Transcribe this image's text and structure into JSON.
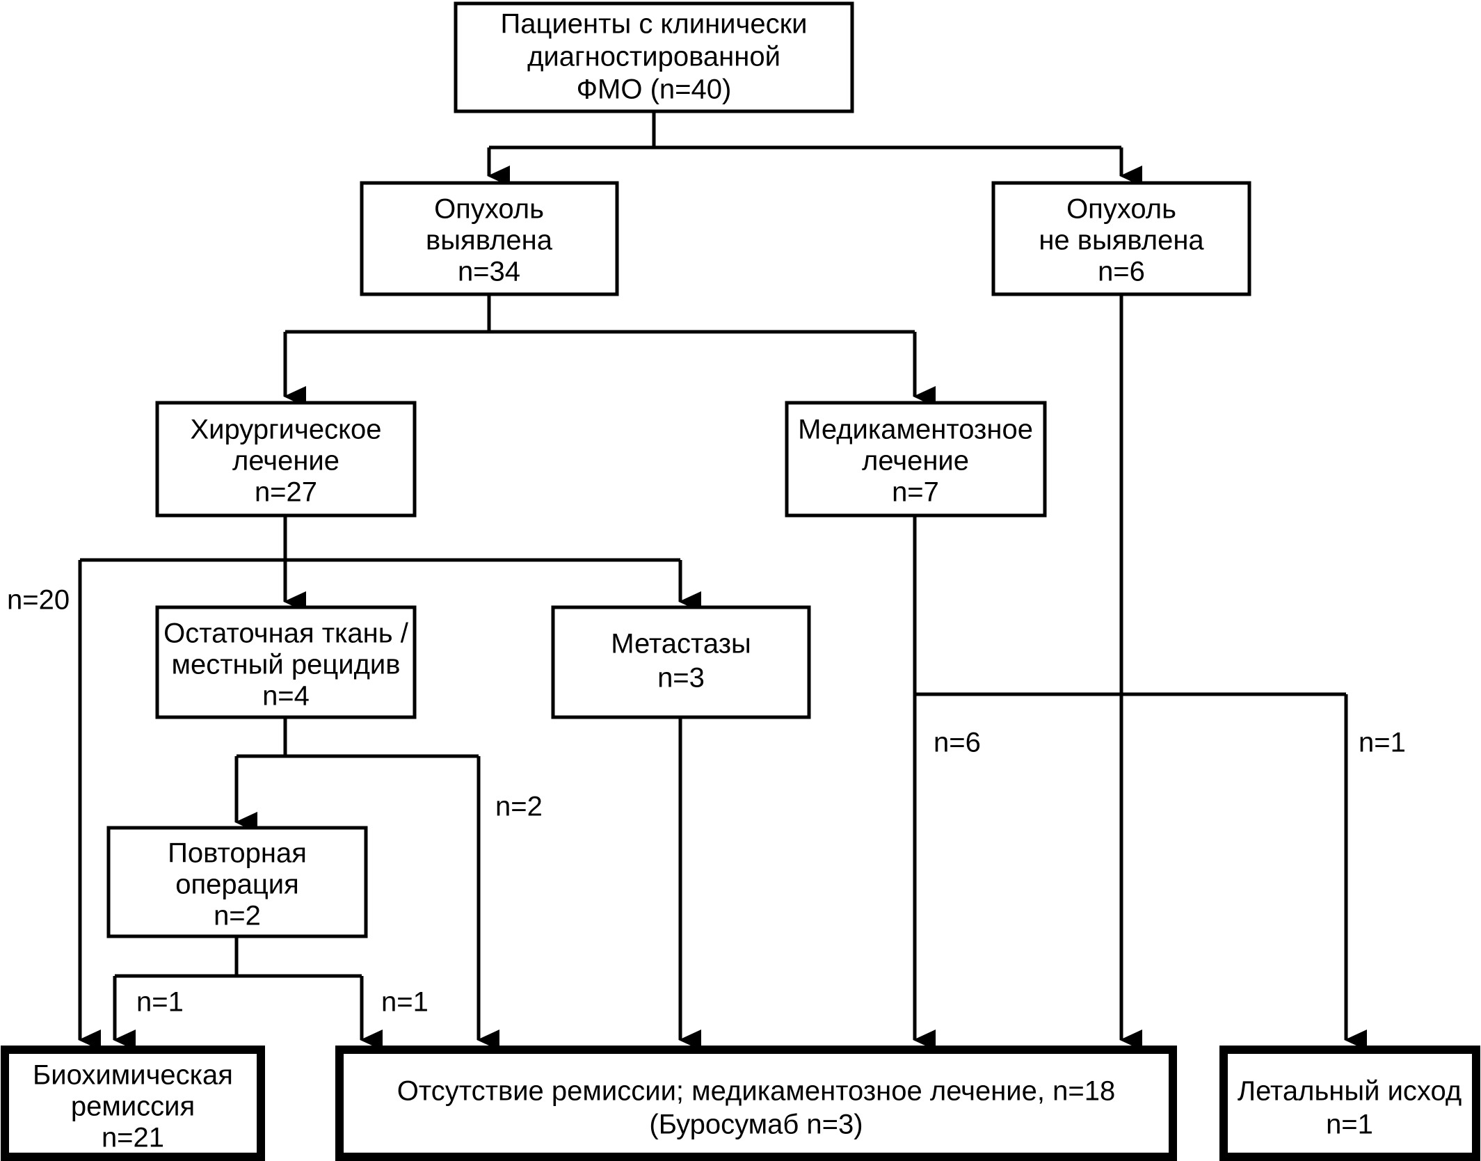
{
  "diagram": {
    "type": "flowchart",
    "title": "Flowchart of patients with clinically diagnosed FMO",
    "orientation": "top-down",
    "nodes": [
      {
        "id": "root",
        "name": "patients-total",
        "lines": [
          "Пациенты с клинически",
          "диагностированной",
          "ФМО (n=40)"
        ],
        "count": 40,
        "emphasis": false
      },
      {
        "id": "tumor-found",
        "name": "tumor-detected",
        "lines": [
          "Опухоль",
          "выявлена",
          "n=34"
        ],
        "count": 34,
        "emphasis": false
      },
      {
        "id": "tumor-not-found",
        "name": "tumor-not-detected",
        "lines": [
          "Опухоль",
          "не выявлена",
          "n=6"
        ],
        "count": 6,
        "emphasis": false
      },
      {
        "id": "surgery",
        "name": "surgical-treatment",
        "lines": [
          "Хирургическое",
          "лечение",
          "n=27"
        ],
        "count": 27,
        "emphasis": false
      },
      {
        "id": "medication",
        "name": "medication-treatment",
        "lines": [
          "Медикаментозное",
          "лечение",
          "n=7"
        ],
        "count": 7,
        "emphasis": false
      },
      {
        "id": "residual",
        "name": "residual-tissue-local-recurrence",
        "lines": [
          "Остаточная ткань /",
          "местный рецидив",
          "n=4"
        ],
        "count": 4,
        "emphasis": false
      },
      {
        "id": "metastases",
        "name": "metastases",
        "lines": [
          "Метастазы",
          "n=3"
        ],
        "count": 3,
        "emphasis": false
      },
      {
        "id": "reoperation",
        "name": "repeat-surgery",
        "lines": [
          "Повторная",
          "операция",
          "n=2"
        ],
        "count": 2,
        "emphasis": false
      },
      {
        "id": "remission",
        "name": "biochemical-remission",
        "lines": [
          "Биохимическая",
          "ремиссия",
          "n=21"
        ],
        "count": 21,
        "emphasis": true
      },
      {
        "id": "no-remission",
        "name": "no-remission-medication",
        "lines": [
          "Отсутствие ремиссии; медикаментозное лечение, n=18",
          "(Буросумаб n=3)"
        ],
        "count": 18,
        "emphasis": true
      },
      {
        "id": "death",
        "name": "lethal-outcome",
        "lines": [
          "Летальный исход",
          "n=1"
        ],
        "count": 1,
        "emphasis": true
      }
    ],
    "edge_labels": [
      {
        "id": "e-surgery-remission",
        "name": "edge-label-surgery-to-remission",
        "text": "n=20",
        "value": 20
      },
      {
        "id": "e-residual-noremission",
        "name": "edge-label-residual-to-no-remission",
        "text": "n=2",
        "value": 2
      },
      {
        "id": "e-reop-remission",
        "name": "edge-label-reoperation-to-remission",
        "text": "n=1",
        "value": 1
      },
      {
        "id": "e-reop-noremission",
        "name": "edge-label-reoperation-to-no-remission",
        "text": "n=1",
        "value": 1
      },
      {
        "id": "e-medication-noremission",
        "name": "edge-label-medication-to-no-remission",
        "text": "n=6",
        "value": 6
      },
      {
        "id": "e-medication-death",
        "name": "edge-label-medication-to-death",
        "text": "n=1",
        "value": 1
      }
    ],
    "colors": {
      "stroke": "#000000",
      "fill": "#ffffff",
      "text": "#000000"
    }
  }
}
